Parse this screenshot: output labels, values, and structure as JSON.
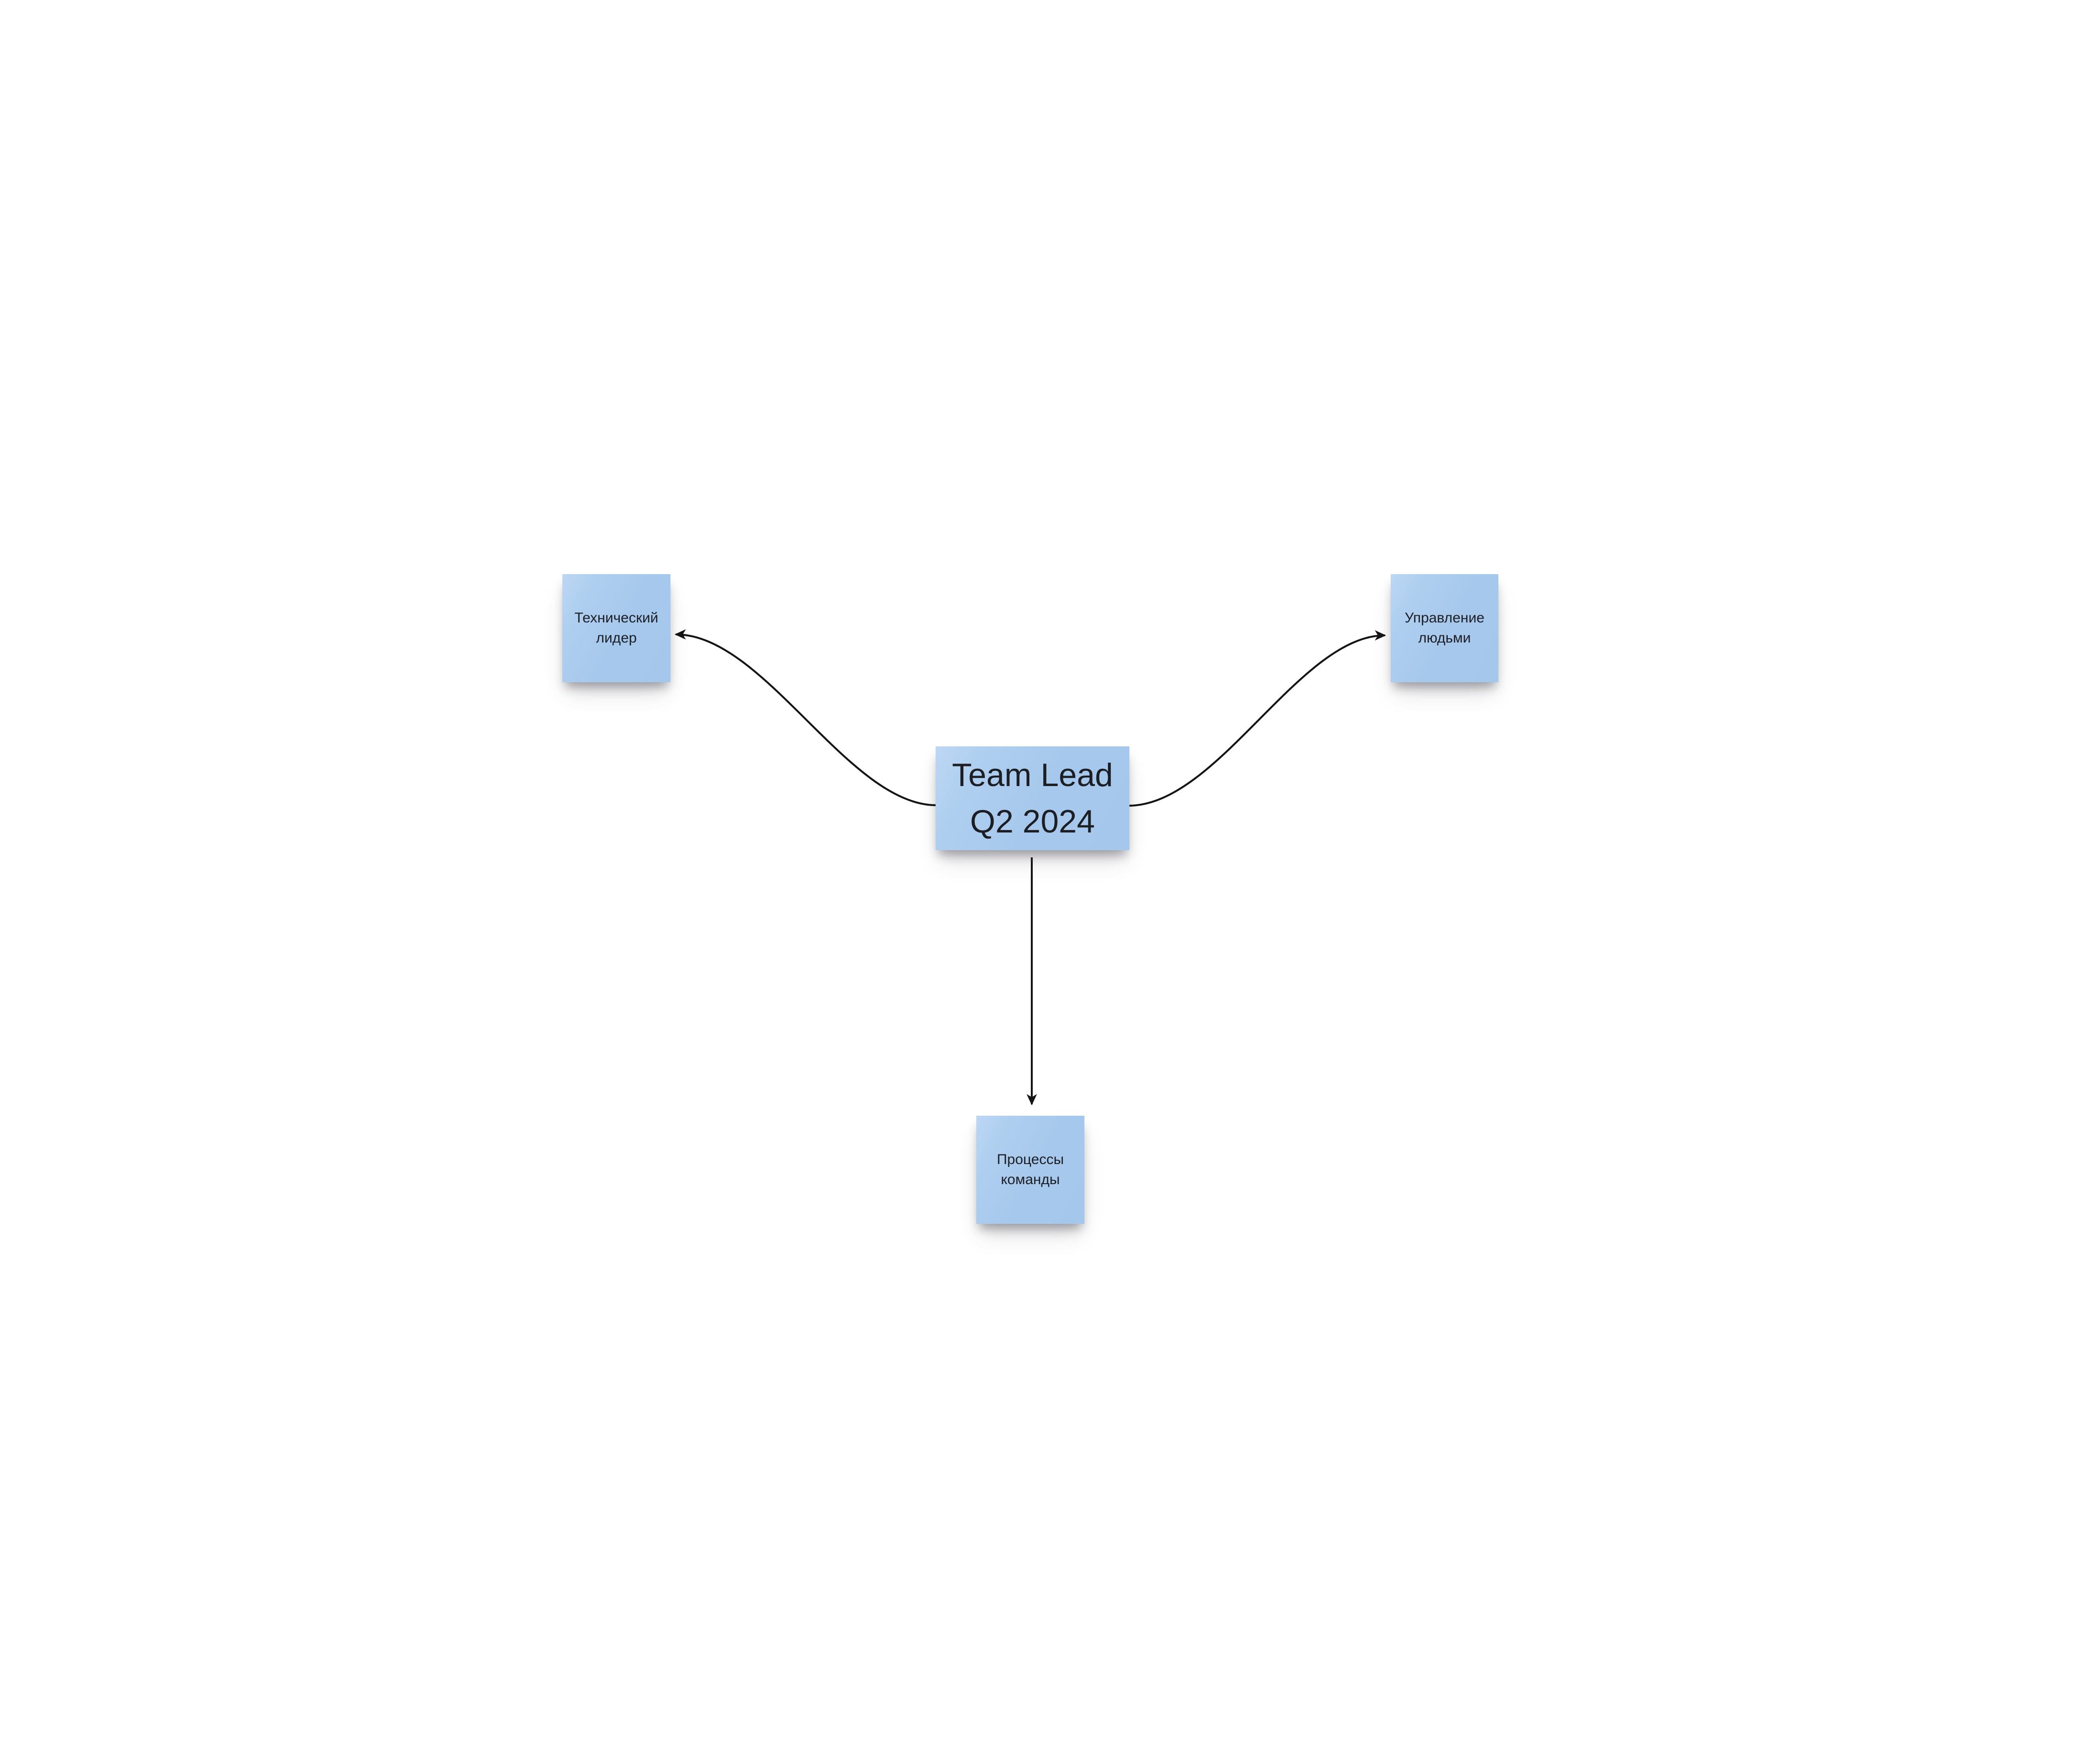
{
  "board": {
    "center_node": {
      "label": "Team Lead\nQ2 2024"
    },
    "stickies": [
      {
        "id": "technical-leader",
        "label": "Технический\nлидер"
      },
      {
        "id": "people-management",
        "label": "Управление\nлюдьми"
      },
      {
        "id": "team-processes",
        "label": "Процессы\nкоманды"
      }
    ],
    "connectors": [
      {
        "from": "center",
        "to": "technical-leader",
        "style": "curved-arrow"
      },
      {
        "from": "center",
        "to": "people-management",
        "style": "curved-arrow"
      },
      {
        "from": "center",
        "to": "team-processes",
        "style": "straight-arrow"
      }
    ],
    "colors": {
      "sticky_blue": "#a6c8ec",
      "sticky_blue_highlight": "#bdd7f4",
      "connector_black": "#141414",
      "text_dark": "#1c1e24",
      "canvas_white": "#ffffff"
    }
  }
}
